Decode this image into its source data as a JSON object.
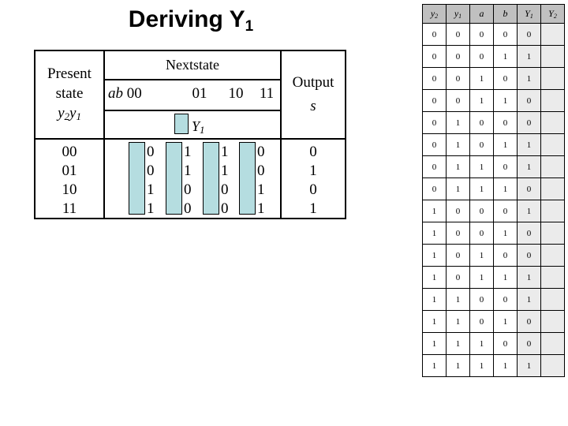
{
  "title": {
    "main": "Deriving Y",
    "subscript": "1"
  },
  "state_table": {
    "present_state": {
      "line1": "Present",
      "line2": "state",
      "line3_base": "y",
      "line3_sub1": "2",
      "line3_base2": "y",
      "line3_sub2": "1"
    },
    "nextstate_header": "Nextstate",
    "ab_labels": [
      "ab =00",
      "01",
      "10",
      "11"
    ],
    "legend": {
      "label_base": "Y",
      "label_sub": "1"
    },
    "output_header": {
      "line1": "Output",
      "line2": "s"
    },
    "present_state_values": [
      "00",
      "01",
      "10",
      "11"
    ],
    "nextstate_columns": [
      {
        "ab": "00",
        "y1_digits": [
          "0",
          "0",
          "1",
          "1"
        ]
      },
      {
        "ab": "01",
        "y1_digits": [
          "1",
          "1",
          "0",
          "0"
        ]
      },
      {
        "ab": "10",
        "y1_digits": [
          "1",
          "1",
          "0",
          "0"
        ]
      },
      {
        "ab": "11",
        "y1_digits": [
          "0",
          "0",
          "1",
          "1"
        ]
      }
    ],
    "output_values": [
      "0",
      "1",
      "0",
      "1"
    ]
  },
  "truth_table": {
    "headers": [
      {
        "base": "y",
        "sub": "2"
      },
      {
        "base": "y",
        "sub": "1"
      },
      {
        "base": "a",
        "sub": ""
      },
      {
        "base": "b",
        "sub": ""
      },
      {
        "base": "Y",
        "sub": "1"
      },
      {
        "base": "Y",
        "sub": "2"
      }
    ],
    "rows": [
      {
        "y2": "0",
        "y1": "0",
        "a": "0",
        "b": "0",
        "Y1": "0",
        "Y2": ""
      },
      {
        "y2": "0",
        "y1": "0",
        "a": "0",
        "b": "1",
        "Y1": "1",
        "Y2": ""
      },
      {
        "y2": "0",
        "y1": "0",
        "a": "1",
        "b": "0",
        "Y1": "1",
        "Y2": ""
      },
      {
        "y2": "0",
        "y1": "0",
        "a": "1",
        "b": "1",
        "Y1": "0",
        "Y2": ""
      },
      {
        "y2": "0",
        "y1": "1",
        "a": "0",
        "b": "0",
        "Y1": "0",
        "Y2": ""
      },
      {
        "y2": "0",
        "y1": "1",
        "a": "0",
        "b": "1",
        "Y1": "1",
        "Y2": ""
      },
      {
        "y2": "0",
        "y1": "1",
        "a": "1",
        "b": "0",
        "Y1": "1",
        "Y2": ""
      },
      {
        "y2": "0",
        "y1": "1",
        "a": "1",
        "b": "1",
        "Y1": "0",
        "Y2": ""
      },
      {
        "y2": "1",
        "y1": "0",
        "a": "0",
        "b": "0",
        "Y1": "1",
        "Y2": ""
      },
      {
        "y2": "1",
        "y1": "0",
        "a": "0",
        "b": "1",
        "Y1": "0",
        "Y2": ""
      },
      {
        "y2": "1",
        "y1": "0",
        "a": "1",
        "b": "0",
        "Y1": "0",
        "Y2": ""
      },
      {
        "y2": "1",
        "y1": "0",
        "a": "1",
        "b": "1",
        "Y1": "1",
        "Y2": ""
      },
      {
        "y2": "1",
        "y1": "1",
        "a": "0",
        "b": "0",
        "Y1": "1",
        "Y2": ""
      },
      {
        "y2": "1",
        "y1": "1",
        "a": "0",
        "b": "1",
        "Y1": "0",
        "Y2": ""
      },
      {
        "y2": "1",
        "y1": "1",
        "a": "1",
        "b": "0",
        "Y1": "0",
        "Y2": ""
      },
      {
        "y2": "1",
        "y1": "1",
        "a": "1",
        "b": "1",
        "Y1": "1",
        "Y2": ""
      }
    ]
  },
  "colors": {
    "highlight_box": "#b5dde0",
    "header_gray": "#c0c0c0",
    "column_gray": "#ebebeb",
    "line": "#000000"
  }
}
